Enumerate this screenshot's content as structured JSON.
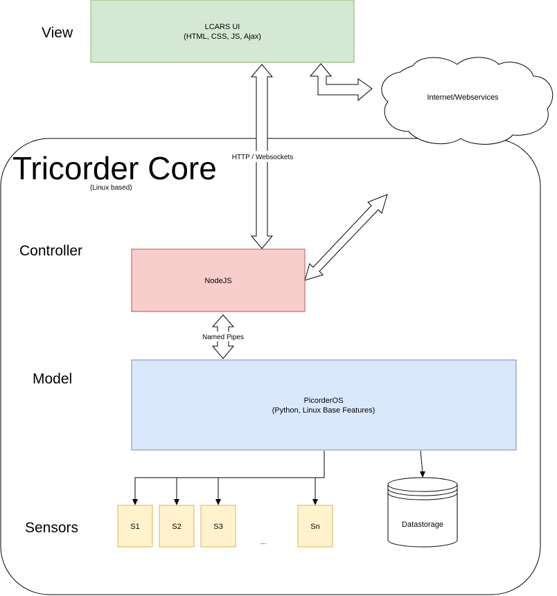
{
  "layers": {
    "view": "View",
    "controller": "Controller",
    "model": "Model",
    "sensors": "Sensors"
  },
  "core": {
    "title": "Tricorder Core",
    "subtitle": "(Linux based)"
  },
  "boxes": {
    "lcars": {
      "line1": "LCARS UI",
      "line2": "(HTML, CSS, JS, Ajax)"
    },
    "nodejs": {
      "label": "NodeJS"
    },
    "picorder": {
      "line1": "PicorderOS",
      "line2": "(Python, Linux Base Features)"
    },
    "internet": {
      "label": "Internet/Webservices"
    },
    "datastorage": {
      "label": "Datastorage"
    }
  },
  "sensors": [
    {
      "label": "S1"
    },
    {
      "label": "S2"
    },
    {
      "label": "S3"
    },
    {
      "label": "Sn"
    }
  ],
  "ellipsis": "...",
  "connections": {
    "http": "HTTP / Websockets",
    "pipes": "Named Pipes"
  },
  "colors": {
    "view_fill": "#d5e8d4",
    "view_stroke": "#82b366",
    "controller_fill": "#f8cecc",
    "controller_stroke": "#b85450",
    "model_fill": "#dae8fc",
    "model_stroke": "#6c8ebf",
    "sensor_fill": "#fff2cc",
    "sensor_stroke": "#d6b656"
  }
}
